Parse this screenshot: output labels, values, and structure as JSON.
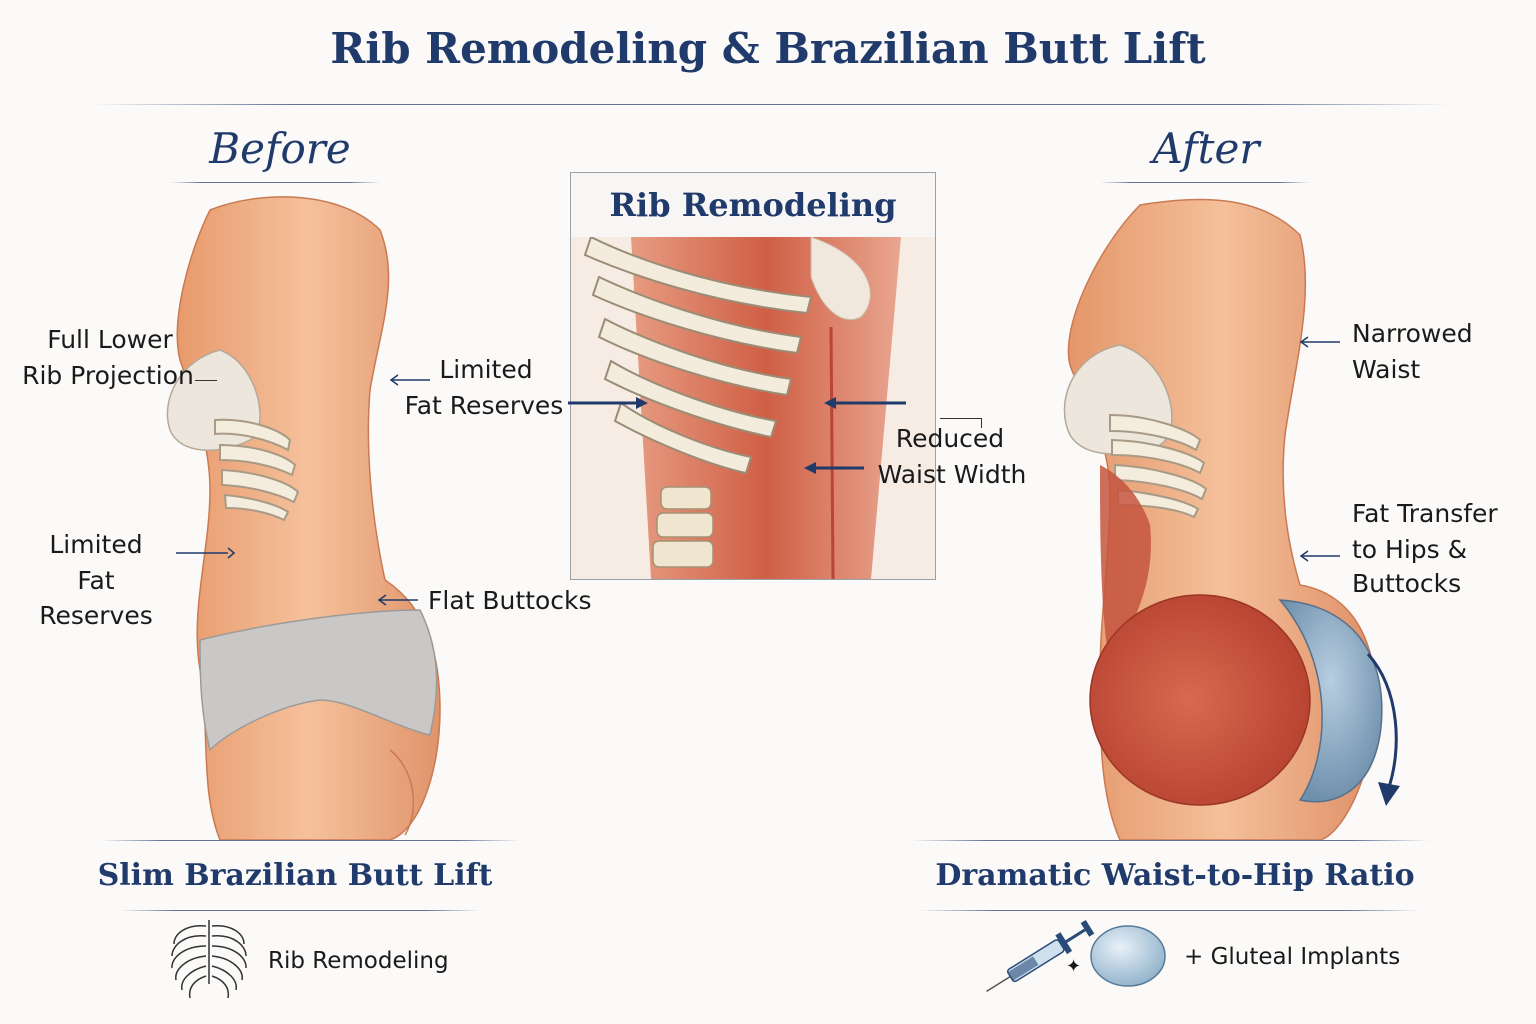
{
  "title": "Rib Remodeling & Brazilian Butt Lift",
  "before": {
    "heading": "Before",
    "labels": {
      "rib_projection_line1": "Full Lower",
      "rib_projection_line2": "Rib Projection",
      "fat_reserves_left_line1": "Limited",
      "fat_reserves_left_line2": "Fat Reserves",
      "fat_reserves_right_line1": "Limited",
      "fat_reserves_right_line2": "Fat Reserves",
      "flat_buttocks": "Flat Buttocks"
    },
    "caption": "Slim Brazilian Butt Lift",
    "footer": "Rib Remodeling"
  },
  "inset": {
    "heading": "Rib Remodeling",
    "label_line1": "Reduced",
    "label_line2": "Waist Width"
  },
  "after": {
    "heading": "After",
    "labels": {
      "waist_line1": "Narrowed",
      "waist_line2": "Waist",
      "fat_transfer_line1": "Fat Transfer",
      "fat_transfer_line2": "to Hips &",
      "fat_transfer_line3": "Buttocks"
    },
    "caption": "Dramatic Waist-to-Hip Ratio",
    "footer": "+ Gluteal Implants"
  },
  "colors": {
    "navy": "#1f3a6b",
    "skin": "#f0b48a",
    "muscle": "#c8553f",
    "bone": "#f2ead9",
    "implant": "#8fb0c9"
  },
  "icons": [
    "ribcage-icon",
    "syringe-icon",
    "implant-icon",
    "arrow-icon"
  ]
}
